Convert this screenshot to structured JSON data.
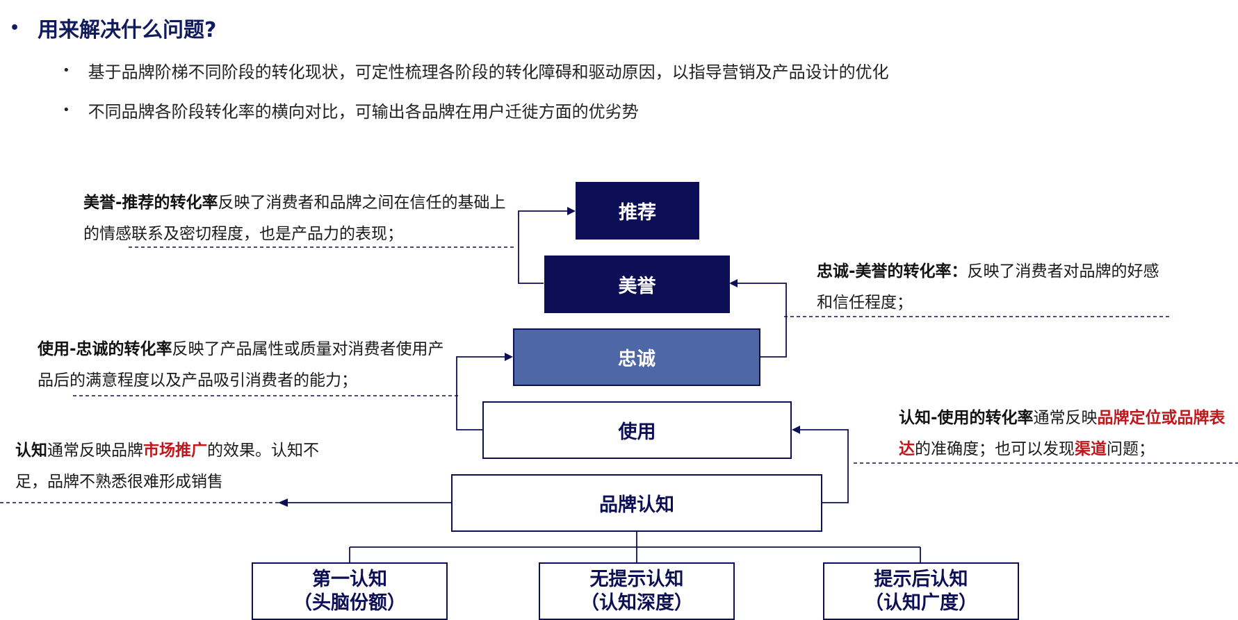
{
  "heading": "用来解决什么问题?",
  "bullets": [
    "基于品牌阶梯不同阶段的转化现状，可定性梳理各阶段的转化障碍和驱动原因，以指导营销及产品设计的优化",
    "不同品牌各阶段转化率的横向对比，可输出各品牌在用户迁徙方面的优劣势"
  ],
  "bullet_marker": "•",
  "stages": {
    "recommend": "推荐",
    "reputation": "美誉",
    "loyalty": "忠诚",
    "usage": "使用",
    "awareness": "品牌认知"
  },
  "sub_awareness": [
    {
      "line1": "第一认知",
      "line2": "（头脑份额）"
    },
    {
      "line1": "无提示认知",
      "line2": "（认知深度）"
    },
    {
      "line1": "提示后认知",
      "line2": "（认知广度）"
    }
  ],
  "notes": {
    "reputation_recommend": {
      "bold": "美誉-推荐的转化率",
      "text": "反映了消费者和品牌之间在信任的基础上的情感联系及密切程度，也是产品力的表现；"
    },
    "loyalty_reputation": {
      "bold": "忠诚-美誉的转化率：",
      "text": "反映了消费者对品牌的好感和信任程度；"
    },
    "usage_loyalty": {
      "bold": "使用-忠诚的转化率",
      "text": "反映了产品属性或质量对消费者使用产品后的满意程度以及产品吸引消费者的能力；"
    },
    "awareness_usage": {
      "bold": "认知-使用的转化率",
      "text1": "通常反映",
      "red1": "品牌定位或品牌表达",
      "text2": "的准确度；也可以发现",
      "red2": "渠道",
      "text3": "问题；"
    },
    "awareness": {
      "bold": "认知",
      "text1": "通常反映品牌",
      "red": "市场推广",
      "text2": "的效果。认知不足，品牌不熟悉很难形成销售"
    }
  },
  "colors": {
    "dark_navy": "#0c0f55",
    "mid_blue": "#4e67a6",
    "highlight_red": "#c0171c"
  }
}
